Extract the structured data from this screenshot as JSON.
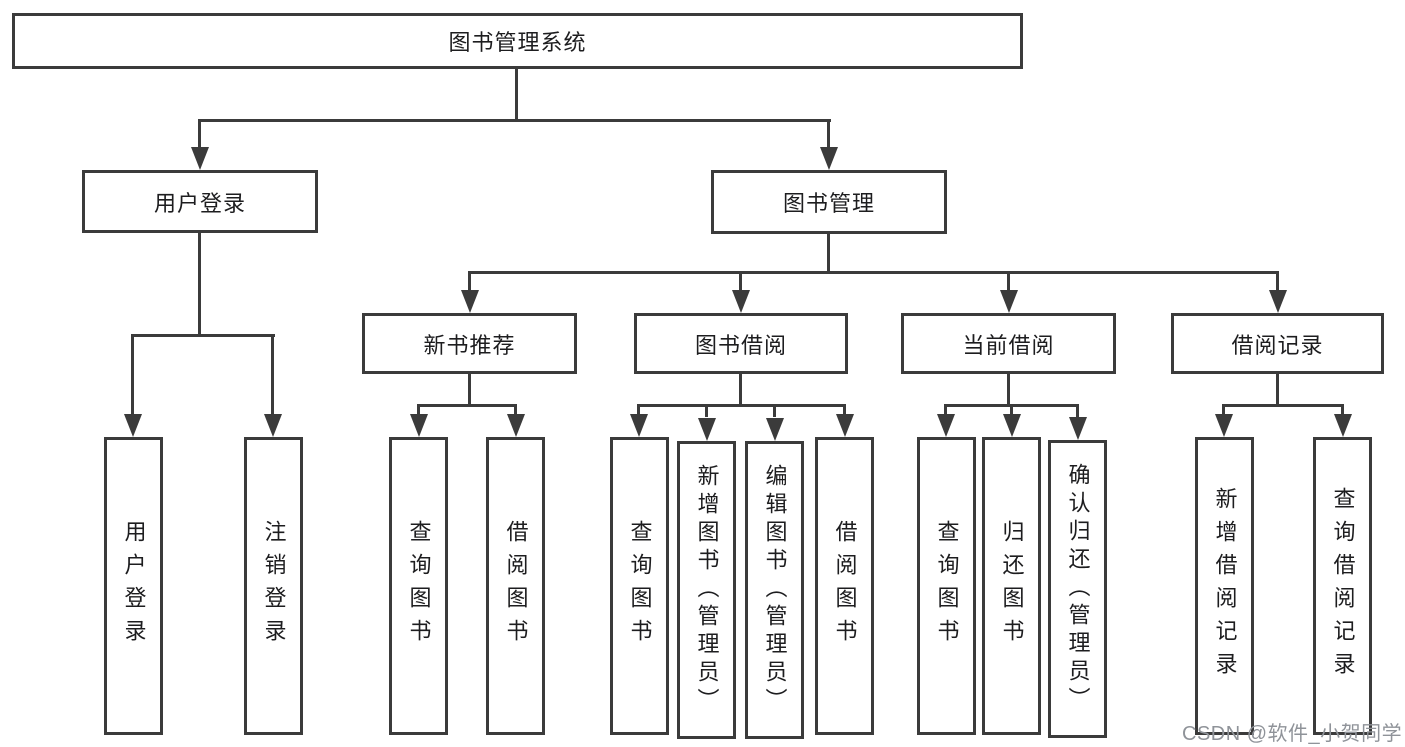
{
  "tree": {
    "root": {
      "label": "图书管理系统"
    },
    "branches": [
      {
        "label": "用户登录",
        "children": [
          {
            "label": "用户登录"
          },
          {
            "label": "注销登录"
          }
        ]
      },
      {
        "label": "图书管理",
        "children": [
          {
            "label": "新书推荐",
            "children": [
              {
                "label": "查询图书"
              },
              {
                "label": "借阅图书"
              }
            ]
          },
          {
            "label": "图书借阅",
            "children": [
              {
                "label": "查询图书"
              },
              {
                "label": "新增图书（管理员）"
              },
              {
                "label": "编辑图书（管理员）"
              },
              {
                "label": "借阅图书"
              }
            ]
          },
          {
            "label": "当前借阅",
            "children": [
              {
                "label": "查询图书"
              },
              {
                "label": "归还图书"
              },
              {
                "label": "确认归还（管理员）"
              }
            ]
          },
          {
            "label": "借阅记录",
            "children": [
              {
                "label": "新增借阅记录"
              },
              {
                "label": "查询借阅记录"
              }
            ]
          }
        ]
      }
    ]
  },
  "watermark": "CSDN @软件_小贺同学",
  "colors": {
    "line": "#3b3b3b",
    "text": "#1d1d1f",
    "watermark": "#8f9399",
    "bg": "#ffffff"
  }
}
